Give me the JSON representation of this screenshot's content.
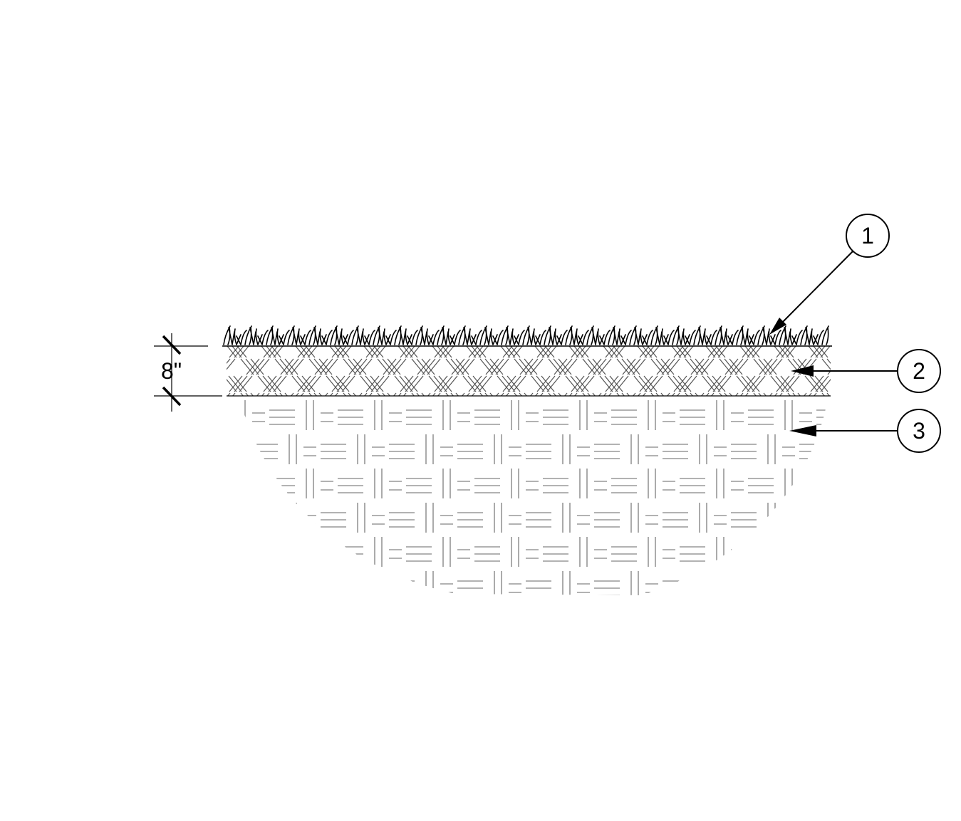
{
  "dimension": {
    "label": "8\""
  },
  "callouts": [
    {
      "id": "callout-1",
      "number": "1"
    },
    {
      "id": "callout-2",
      "number": "2"
    },
    {
      "id": "callout-3",
      "number": "3"
    }
  ],
  "colors": {
    "line": "#000000",
    "hatch": "#555555",
    "background": "#ffffff"
  }
}
